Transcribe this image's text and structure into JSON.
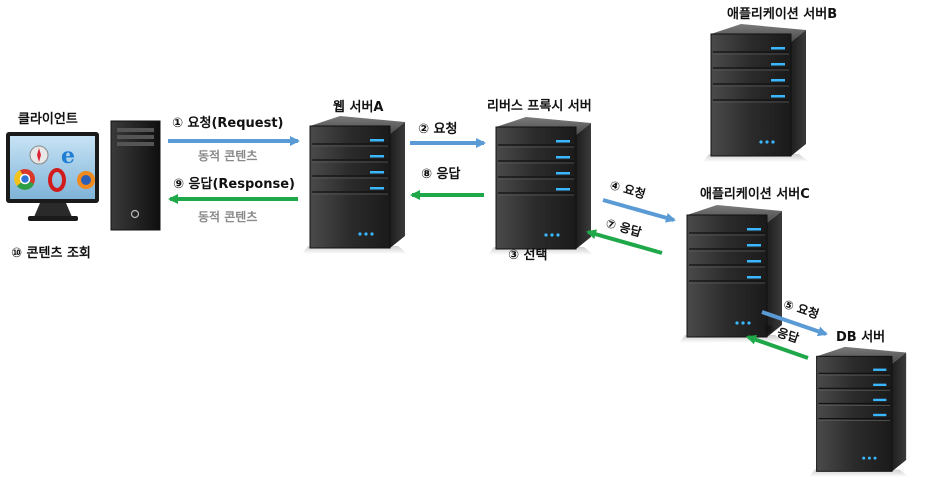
{
  "nodes": {
    "client": "클라이언트",
    "web_a": "웹 서버A",
    "proxy": "리버스 프록시 서버",
    "app_b": "애플리케이션 서버B",
    "app_c": "애플리케이션 서버C",
    "db": "DB 서버"
  },
  "steps": {
    "s1": "① 요청(Request)",
    "s1_sub": "동적 콘텐츠",
    "s9": "⑨ 응답(Response)",
    "s9_sub": "동적 콘텐츠",
    "s2": "② 요청",
    "s8": "⑧ 응답",
    "s3": "③ 선택",
    "s4": "④ 요청",
    "s7": "⑦ 응답",
    "s5": "⑤ 요청",
    "s6": "⑥ 응답",
    "s10": "⑩ 콘텐츠 조회"
  },
  "colors": {
    "request_arrow": "#5b9bd5",
    "response_arrow": "#1fa84a",
    "server_body": "#2a2a2a",
    "server_led": "#3ab7ff"
  },
  "icons": [
    "browser-compass-icon",
    "ie-icon",
    "chrome-icon",
    "opera-icon",
    "firefox-icon"
  ]
}
